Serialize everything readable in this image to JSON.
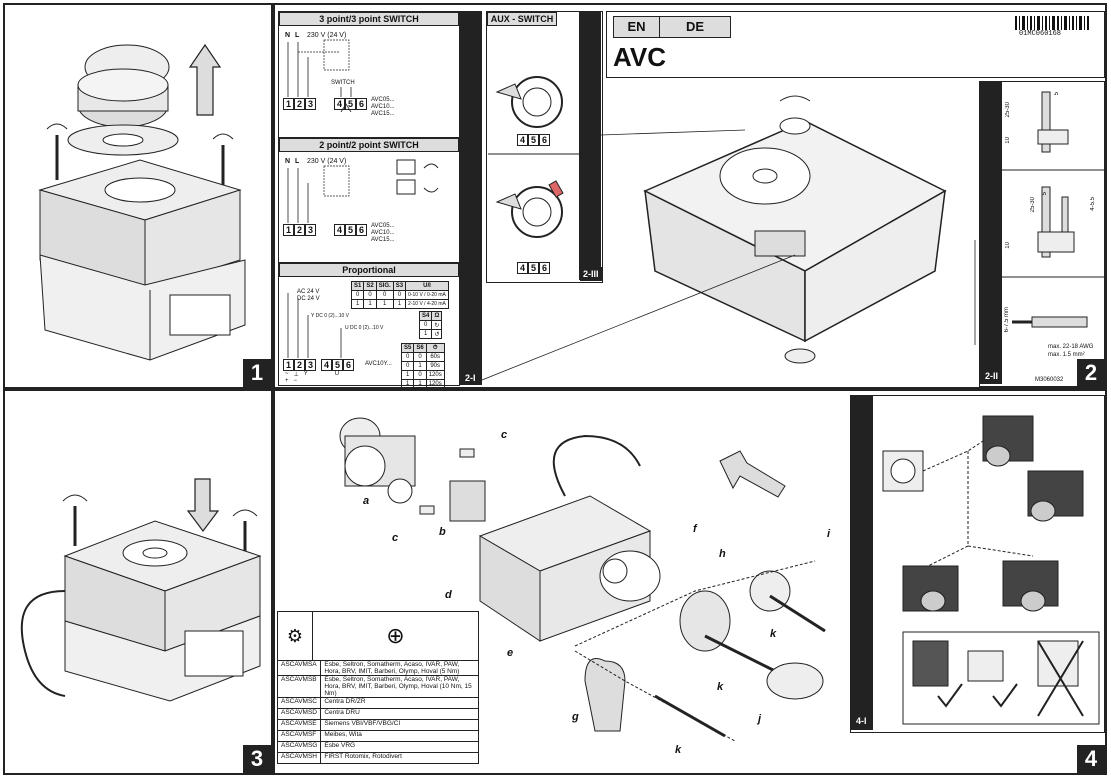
{
  "panels": {
    "p1": {
      "number": "1"
    },
    "p2": {
      "number": "2"
    },
    "p3": {
      "number": "3"
    },
    "p4": {
      "number": "4"
    }
  },
  "sub_labels": {
    "s2I": "2-I",
    "s2II": "2-II",
    "s2III": "2-III",
    "s4I": "4-I"
  },
  "wiring": {
    "three_point": {
      "title": "3 point/3 point SWITCH",
      "supply": "230 V (24 V)",
      "terminals_left": [
        "1",
        "2",
        "3"
      ],
      "terminals_right": [
        "4",
        "5",
        "6"
      ],
      "models": [
        "AVC05...",
        "AVC10...",
        "AVC15..."
      ],
      "n_label": "N",
      "l_label": "L",
      "switch_label": "SWITCH"
    },
    "two_point": {
      "title": "2 point/2 point SWITCH",
      "supply": "230 V (24 V)",
      "terminals_left": [
        "1",
        "2",
        "3"
      ],
      "terminals_right": [
        "4",
        "5",
        "6"
      ],
      "models": [
        "AVC05...",
        "AVC10...",
        "AVC15..."
      ],
      "n_label": "N",
      "l_label": "L"
    },
    "proportional": {
      "title": "Proportional",
      "ac": "AC 24 V",
      "dc": "DC 24 V",
      "signal_y": "Y DC 0 (2)...10 V",
      "signal_u": "U DC 0 (2)...10 V",
      "terminals_left": [
        "1",
        "2",
        "3"
      ],
      "terminals_right": [
        "4",
        "5",
        "6"
      ],
      "model": "AVC10Y...",
      "bottom_labels": [
        "~",
        "⊥",
        "Y",
        "U"
      ],
      "bottom_labels2": [
        "+",
        "−"
      ],
      "sig_table": {
        "headers": [
          "S1",
          "S2",
          "SIG.",
          "S3",
          "U/I"
        ],
        "rows": [
          [
            "0",
            "0",
            "0",
            "0",
            "0-10 V / 0-20 mA"
          ],
          [
            "1",
            "1",
            "1",
            "1",
            "2-10 V / 4-20 mA"
          ]
        ]
      },
      "s4_table": {
        "headers": [
          "S4",
          "Ω"
        ],
        "rows": [
          [
            "0",
            "↻"
          ],
          [
            "1",
            "↺"
          ]
        ]
      },
      "time_table": {
        "headers": [
          "S5",
          "S6",
          "⏱"
        ],
        "rows": [
          [
            "0",
            "0",
            "60s"
          ],
          [
            "0",
            "1",
            "90s"
          ],
          [
            "1",
            "0",
            "120s"
          ],
          [
            "1",
            "1",
            "120s"
          ]
        ]
      }
    },
    "aux": {
      "title": "AUX - SWITCH",
      "terminals": [
        "4",
        "5",
        "6"
      ]
    }
  },
  "header": {
    "lang_en": "EN",
    "lang_de": "DE",
    "product": "AVC",
    "barcode_text": "01MC060168"
  },
  "p2": {
    "wire_spec_line1": "max. 22-18 AWG",
    "wire_spec_line2": "max. 1.5 mm²",
    "strip_len": "6-7.5 mm",
    "doc_code": "M3060032",
    "dim_top": [
      "25-30",
      "10",
      "5"
    ],
    "dim_mid": [
      "25-30",
      "10",
      "5",
      "4-5.5"
    ]
  },
  "p4": {
    "labels": {
      "a": "a",
      "b": "b",
      "c1": "c",
      "c2": "c",
      "d": "d",
      "e": "e",
      "f": "f",
      "g": "g",
      "h": "h",
      "i": "i",
      "j": "j",
      "k1": "k",
      "k2": "k",
      "k3": "k"
    },
    "accessories": [
      {
        "code": "ASCAVMSA",
        "desc": "Esbe, Seltron, Somatherm, Acaso, IVAR, PAW, Hora, BRV, IMIT, Barberi, Olymp, Hoval (5 Nm)"
      },
      {
        "code": "ASCAVMSB",
        "desc": "Esbe, Seltron, Somatherm, Acaso, IVAR, PAW, Hora, BRV, IMIT, Barberi, Olymp, Hoval (10 Nm, 15 Nm)"
      },
      {
        "code": "ASCAVMSC",
        "desc": "Centra DR/ZR"
      },
      {
        "code": "ASCAVMSD",
        "desc": "Centra DRU"
      },
      {
        "code": "ASCAVMSE",
        "desc": "Siemens VBI/VBF/VBG/CI"
      },
      {
        "code": "ASCAVMSF",
        "desc": "Meibes, Wita"
      },
      {
        "code": "ASCAVMSG",
        "desc": "Esbe VRG"
      },
      {
        "code": "ASCAVMSH",
        "desc": "FIRŠT Rotomix, Rotodivert"
      }
    ]
  }
}
